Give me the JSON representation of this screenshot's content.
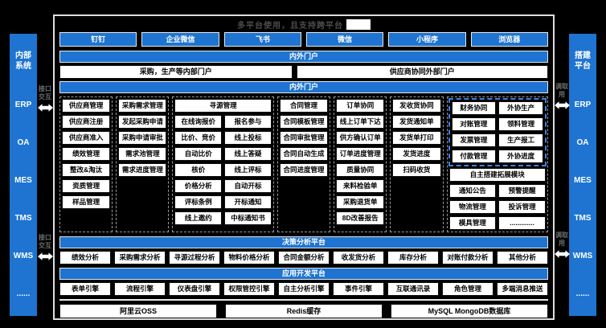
{
  "title": {
    "text": "多平台使用，且支持跨平台"
  },
  "sidebar_left": {
    "title": "内部系统",
    "items": [
      "ERP",
      "OA",
      "MES",
      "TMS",
      "WMS",
      "......"
    ]
  },
  "sidebar_right": {
    "title": "搭建平台",
    "items": [
      "ERP",
      "OA",
      "MES",
      "TMS",
      "WMS",
      "......"
    ]
  },
  "connectors": {
    "interface_label": "接口交互",
    "usage_label": "调取用"
  },
  "channels": [
    "钉钉",
    "企业微信",
    "飞书",
    "微信",
    "小程序",
    "浏览器"
  ],
  "portal_bar_top": "内外门户",
  "portal_bar_bottom": "内外门户",
  "portals": {
    "internal": "采购，生产等内部门户",
    "external": "供应商协同外部门户"
  },
  "modules": {
    "supplier": {
      "header": "供应商管理",
      "items": [
        "供应商注册",
        "供应商准入",
        "绩效管理",
        "整改&淘汰",
        "资质管理",
        "样品管理"
      ]
    },
    "demand": {
      "header": "采购需求管理",
      "items": [
        "发起采购申请",
        "采购申请审批",
        "需求池管理",
        "需求进度管理"
      ]
    },
    "sourcing": {
      "header": "寻源管理",
      "left": [
        "在线询报价",
        "比价、竞价",
        "自动比价",
        "核价",
        "价格分析",
        "评标条例",
        "线上邀约"
      ],
      "right": [
        "报名参与",
        "线上投标",
        "线上答疑",
        "线上评标",
        "自动开标",
        "开标通知",
        "中标通知书"
      ]
    },
    "contract": {
      "header": "合同管理",
      "items": [
        "合同模板管理",
        "合同审批管理",
        "合同自动生成",
        "合同进度管理"
      ]
    },
    "order": {
      "header": "订单协同",
      "items": [
        "线上订单下达",
        "供方确认订单",
        "订单进度管理",
        "质量协同",
        "来料检验单",
        "采购退货单",
        "8D改善报告"
      ]
    },
    "shipping": {
      "header": "发收货协同",
      "items": [
        "发货通知单",
        "发货单打印",
        "发货进度",
        "扫码收货"
      ]
    },
    "finance": {
      "boxed": [
        [
          "财务协同",
          "外协生产"
        ],
        [
          "对账管理",
          "领料管理"
        ],
        [
          "发票管理",
          "生产报工"
        ],
        [
          "付款管理",
          "外协进度"
        ]
      ],
      "merged": "自主搭建拓展模块",
      "rest": [
        [
          "通知公告",
          "预警提醒"
        ],
        [
          "物流管理",
          "投诉管理"
        ],
        [
          "模具管理",
          "............."
        ]
      ]
    }
  },
  "decision_platform": {
    "title": "决策分析平台",
    "items": [
      "绩效分析",
      "采购需求分析",
      "寻源过程分析",
      "物料价格分析",
      "合同金额分析",
      "收发货分析",
      "库存分析",
      "对账付款分析",
      "其他分析"
    ]
  },
  "app_platform": {
    "title": "应用开发平台",
    "items": [
      "表单引擎",
      "流程引擎",
      "仪表盘引擎",
      "权限管控引擎",
      "自主分析引擎",
      "事件引擎",
      "互联通讯录",
      "角色管理",
      "多端消息推送"
    ]
  },
  "infrastructure": [
    "阿里云OSS",
    "Redis缓存",
    "MySQL MongoDB数据库"
  ],
  "colors": {
    "accent": "#1E74D0",
    "background": "#000000",
    "dashed_group": "#9a9a9a",
    "dashed_highlight": "#3b82dd"
  }
}
